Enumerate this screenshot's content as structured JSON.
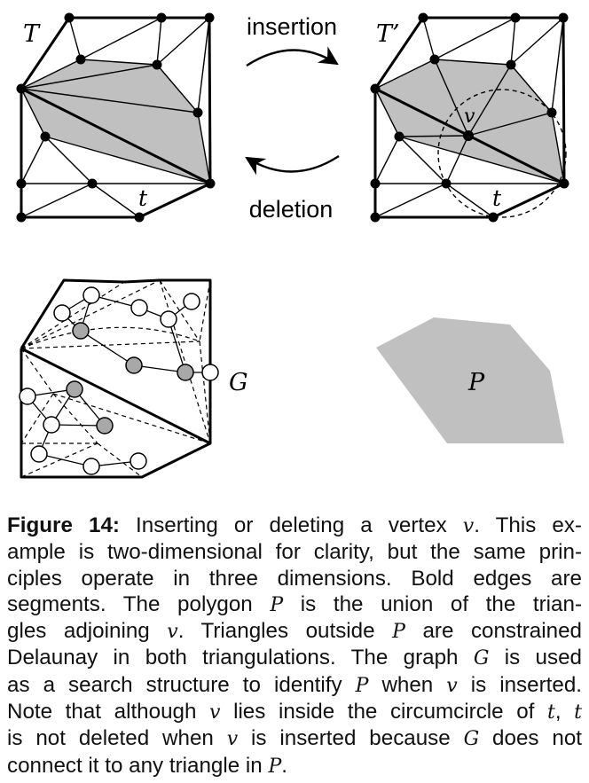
{
  "figure": {
    "label_T": "T",
    "label_T_prime": "T’",
    "label_v": "v",
    "label_t_left": "t",
    "label_t_right": "t",
    "arrow_top_label": "insertion",
    "arrow_bottom_label": "deletion",
    "label_G": "G",
    "label_P": "P"
  },
  "colors": {
    "shaded_region": "#c0c0c0",
    "polygon_fill": "#c0c0c0",
    "graph_node_gray": "#a8a8a8",
    "graph_node_white": "#ffffff",
    "ink": "#000000"
  },
  "caption": {
    "heading": "Figure 14:",
    "lines": [
      [
        {
          "t": " Inserting or deleting a vertex "
        },
        {
          "m": "v"
        },
        {
          "t": ".  This ex-"
        }
      ],
      [
        {
          "t": "ample is two-dimensional for clarity, but the same prin-"
        }
      ],
      [
        {
          "t": "ciples operate in three dimensions.  Bold edges are"
        }
      ],
      [
        {
          "t": "segments.  The polygon "
        },
        {
          "m": "P"
        },
        {
          "t": " is the union of the trian-"
        }
      ],
      [
        {
          "t": "gles adjoining "
        },
        {
          "m": "v"
        },
        {
          "t": ".  Triangles outside "
        },
        {
          "m": "P"
        },
        {
          "t": " are constrained"
        }
      ],
      [
        {
          "t": "Delaunay in both triangulations.  The graph "
        },
        {
          "m": "G"
        },
        {
          "t": " is used"
        }
      ],
      [
        {
          "t": "as a search structure to identify "
        },
        {
          "m": "P"
        },
        {
          "t": " when "
        },
        {
          "m": "v"
        },
        {
          "t": " is inserted."
        }
      ],
      [
        {
          "t": "Note that although "
        },
        {
          "m": "v"
        },
        {
          "t": " lies inside the circumcircle of "
        },
        {
          "m": "t"
        },
        {
          "t": ", "
        },
        {
          "m": "t"
        }
      ],
      [
        {
          "t": "is not deleted when "
        },
        {
          "m": "v"
        },
        {
          "t": " is inserted because "
        },
        {
          "m": "G"
        },
        {
          "t": " does not"
        }
      ],
      [
        {
          "t": "connect it to any triangle in "
        },
        {
          "m": "P"
        },
        {
          "t": "."
        }
      ]
    ]
  }
}
